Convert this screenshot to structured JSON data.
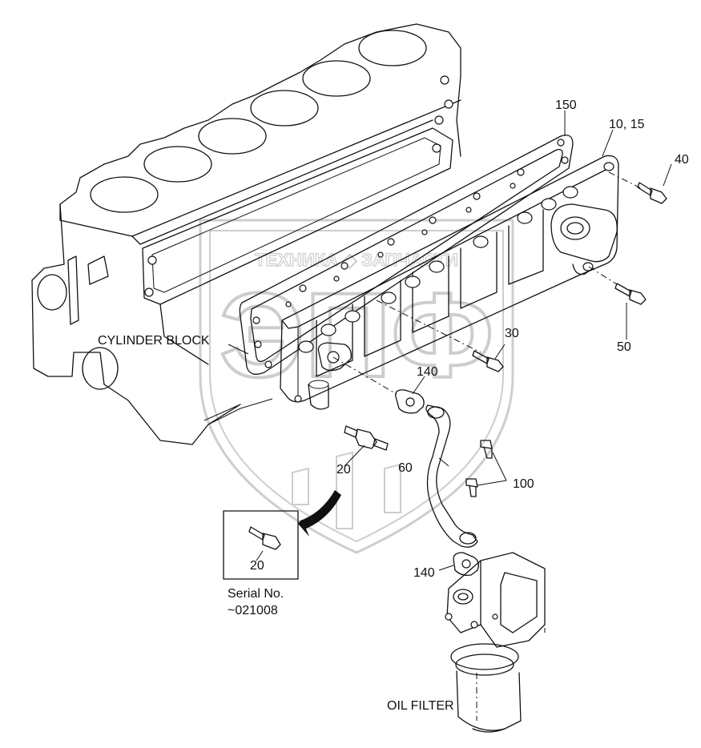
{
  "labels": {
    "p150": "150",
    "p10_15": "10, 15",
    "p40": "40",
    "p50": "50",
    "p30": "30",
    "p140_top": "140",
    "p20_main": "20",
    "p60": "60",
    "p100": "100",
    "p140_bottom": "140",
    "p20_inset": "20",
    "cylinder_block": "CYLINDER BLOCK",
    "oil_filter": "OIL FILTER",
    "serial_line1": "Serial No.",
    "serial_line2": "~021008"
  },
  "watermark": {
    "text": "ТЕХНИКА ◆ ЗАПЧАСТИ",
    "logo": "ЭПФ"
  }
}
